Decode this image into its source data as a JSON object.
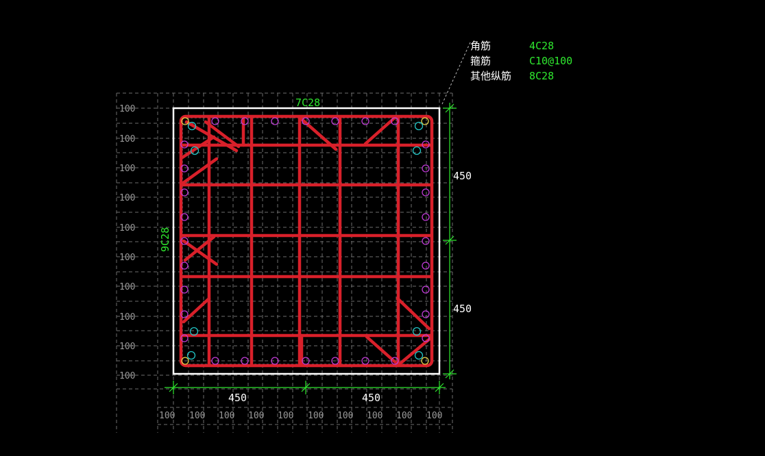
{
  "legend": {
    "corner_bar_label": "角筋",
    "corner_bar_value": "4C28",
    "stirrup_label": "箍筋",
    "stirrup_value": "C10@100",
    "other_bar_label": "其他纵筋",
    "other_bar_value": "8C28"
  },
  "annotations": {
    "top_bars": "7C28",
    "left_bars": "9C28",
    "dim_bottom_left": "450",
    "dim_bottom_right": "450",
    "dim_right_top": "450",
    "dim_right_bottom": "450"
  },
  "grid": {
    "row_labels": [
      "100",
      "100",
      "100",
      "100",
      "100",
      "100",
      "100",
      "100",
      "100",
      "100"
    ],
    "col_labels": [
      "100",
      "100",
      "100",
      "100",
      "100",
      "100",
      "100",
      "100",
      "100",
      "100"
    ]
  },
  "colors": {
    "background": "#000000",
    "rebar": "#d8202a",
    "dimension": "#2fe82f",
    "outline": "#ffffff",
    "grid": "#8c8c8c",
    "corner_bar": "#e5d24a",
    "side_bar": "#c03bd6",
    "inner_bar": "#22c4c4"
  }
}
